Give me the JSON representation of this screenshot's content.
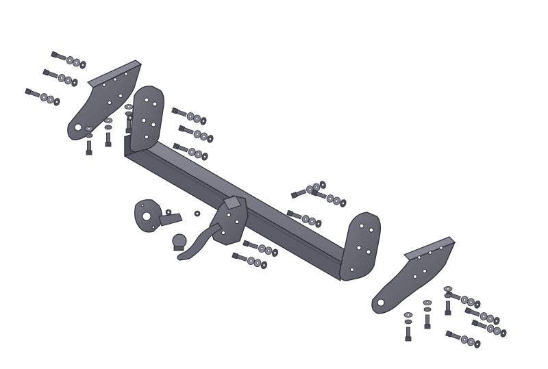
{
  "diagram": {
    "kind": "exploded-assembly-drawing",
    "subject": "tow bar hitch",
    "colors": {
      "background": "#ffffff",
      "part_fill": "#6b6b78",
      "part_fill_dark": "#4e4e5a",
      "part_fill_light": "#8a8a96",
      "edge": "#2a2a33",
      "hole": "#ffffff"
    },
    "parts": [
      {
        "id": "crossbar",
        "name": "crossbar-tube"
      },
      {
        "id": "left-arm-bracket",
        "name": "left-arm-bracket"
      },
      {
        "id": "right-arm-bracket",
        "name": "right-arm-bracket"
      },
      {
        "id": "left-mount-bracket",
        "name": "left-mount-bracket"
      },
      {
        "id": "right-mount-bracket",
        "name": "right-mount-bracket"
      },
      {
        "id": "tow-ball-neck",
        "name": "tow-ball-neck"
      },
      {
        "id": "socket-plate",
        "name": "socket-plate"
      }
    ],
    "fastener_groups": [
      {
        "id": "upper-left-bolts",
        "name": "upper-left-bolt-set",
        "count": 3
      },
      {
        "id": "left-bracket-vertical-bolts",
        "name": "left-vertical-bolt-set",
        "count": 3
      },
      {
        "id": "center-left-bolts",
        "name": "center-left-bolt-set",
        "count": 3
      },
      {
        "id": "center-right-bolts",
        "name": "center-right-bolt-set",
        "count": 3
      },
      {
        "id": "hitch-bolts",
        "name": "hitch-bolt-set",
        "count": 2
      },
      {
        "id": "lower-right-bolts",
        "name": "lower-right-bolt-set",
        "count": 4
      },
      {
        "id": "lower-right-vertical-bolts",
        "name": "lower-right-vertical-bolt-set",
        "count": 3
      }
    ]
  }
}
